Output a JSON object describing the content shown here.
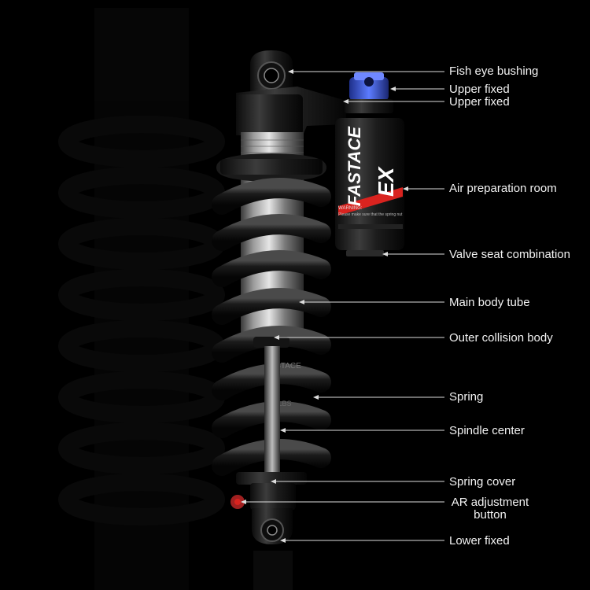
{
  "callouts": [
    {
      "id": "fish-eye-bushing",
      "text": "Fish eye bushing"
    },
    {
      "id": "upper-fixed-1",
      "text": "Upper fixed"
    },
    {
      "id": "upper-fixed-2",
      "text": "Upper fixed"
    },
    {
      "id": "air-preparation-room",
      "text": "Air preparation room"
    },
    {
      "id": "valve-seat-combination",
      "text": "Valve seat combination"
    },
    {
      "id": "main-body-tube",
      "text": "Main body tube"
    },
    {
      "id": "outer-collision-body",
      "text": "Outer collision body"
    },
    {
      "id": "spring",
      "text": "Spring"
    },
    {
      "id": "spindle-center",
      "text": "Spindle center"
    },
    {
      "id": "spring-cover",
      "text": "Spring cover"
    },
    {
      "id": "ar-adjustment-button",
      "text": "AR adjustment\nbutton"
    },
    {
      "id": "lower-fixed",
      "text": "Lower fixed"
    }
  ],
  "product_marks": {
    "brand_logo": "FASTACE",
    "model_badge": "EX",
    "warning_title": "WARNING:",
    "warning_text": "Please make sure that the spring nut",
    "spring_brand": "FASTACE",
    "spring_rate": "550 LBS"
  },
  "colors": {
    "background": "#000000",
    "label_text": "#f2f2f2",
    "accent_red": "#d9231f",
    "accent_blue": "#3b5fd9"
  }
}
